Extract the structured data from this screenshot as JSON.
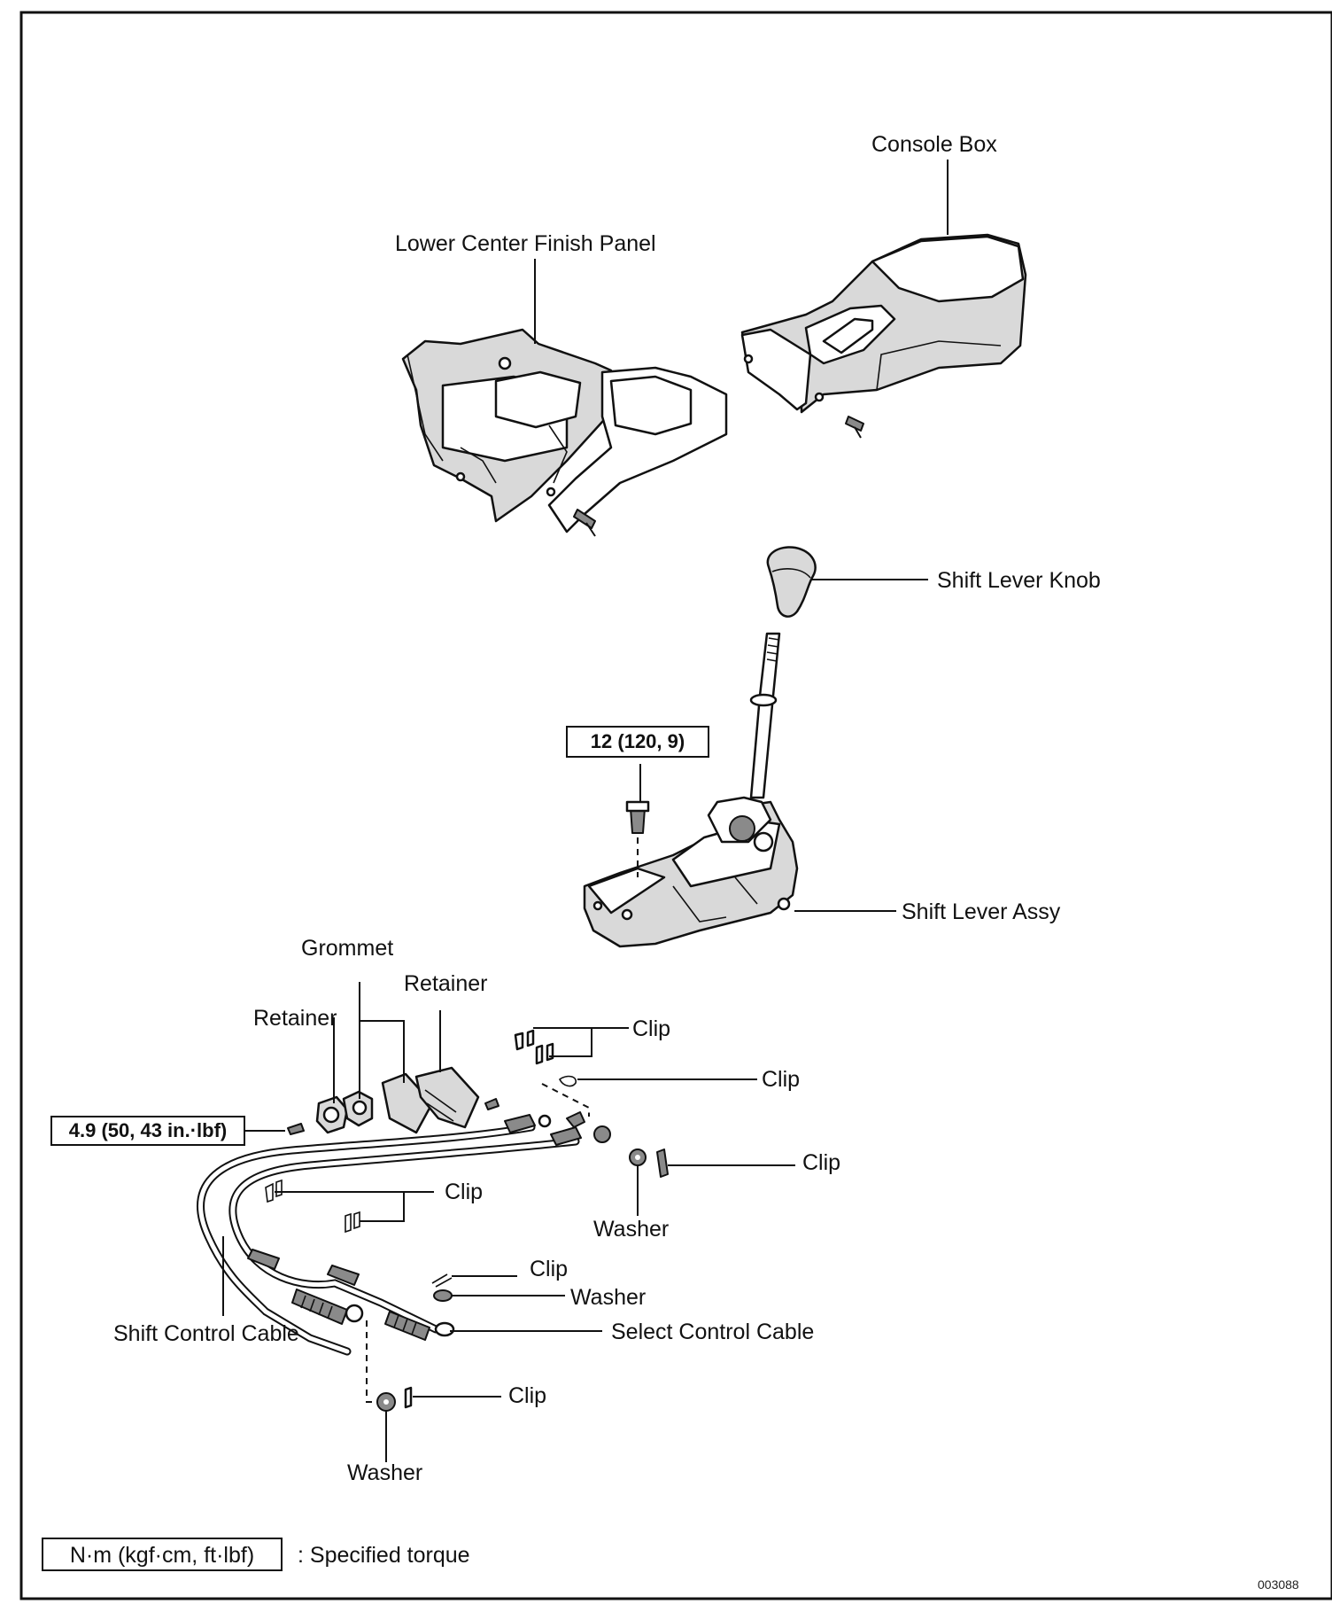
{
  "labels": {
    "console_box": "Console Box",
    "lower_center_finish_panel": "Lower Center Finish Panel",
    "shift_lever_knob": "Shift Lever Knob",
    "shift_lever_assy": "Shift Lever Assy",
    "grommet": "Grommet",
    "retainer_left": "Retainer",
    "retainer_right": "Retainer",
    "clip_1": "Clip",
    "clip_2": "Clip",
    "clip_3": "Clip",
    "clip_4": "Clip",
    "clip_5": "Clip",
    "clip_6": "Clip",
    "washer_1": "Washer",
    "washer_2": "Washer",
    "washer_3": "Washer",
    "shift_control_cable": "Shift Control Cable",
    "select_control_cable": "Select Control Cable"
  },
  "torque": {
    "shift_lever_bolt": "12 (120, 9)",
    "retainer_bolt": "4.9 (50, 43 in.·lbf)"
  },
  "legend": {
    "unit_box": "N·m (kgf·cm, ft·lbf)",
    "description": ": Specified torque"
  },
  "figure_code": "003088"
}
